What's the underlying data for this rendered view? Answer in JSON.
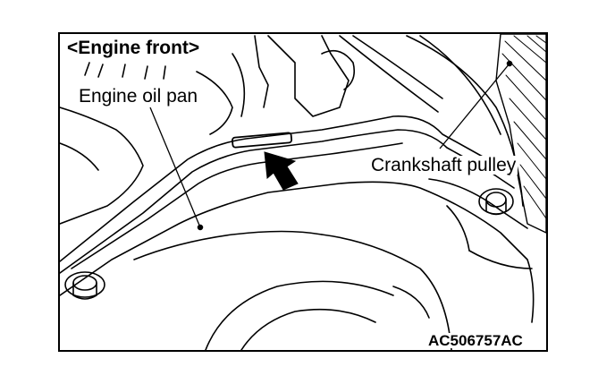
{
  "figure": {
    "view_title": "<Engine front>",
    "callouts": {
      "engine_oil_pan": "Engine oil pan",
      "crankshaft_pulley": "Crankshaft pulley"
    },
    "figure_code": "AC506757AC",
    "colors": {
      "line": "#000000",
      "background": "#ffffff"
    },
    "icons": {
      "pointer": "arrow-icon"
    }
  }
}
